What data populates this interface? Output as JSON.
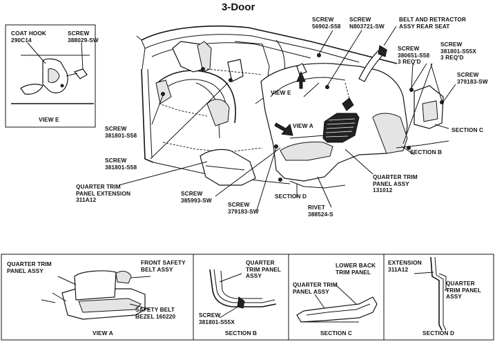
{
  "title": "3-Door",
  "main_labels": {
    "coat_hook": "COAT HOOK\n290C14",
    "screw_inset": "SCREW\n388029-SW",
    "view_e_inset": "VIEW E",
    "screw_56902": "SCREW\n56902-S58",
    "screw_n803721": "SCREW\nN803721-SW",
    "belt_retractor": "BELT AND RETRACTOR\nASSY REAR SEAT",
    "screw_380651": "SCREW\n380651-S58\n3 REQ'D",
    "screw_381801_s55x": "SCREW\n381801-S55X\n3 REQ'D",
    "screw_379183_right": "SCREW\n379183-SW",
    "section_c": "SECTION C",
    "section_b": "SECTION B",
    "view_e": "VIEW E",
    "view_a": "VIEW A",
    "screw_381801_s58_a": "SCREW\n381801-S58",
    "screw_381801_s58_b": "SCREW\n381801-S58",
    "quarter_trim_ext": "QUARTER TRIM\nPANEL EXTENSION\n311A12",
    "screw_385993": "SCREW\n385993-SW",
    "screw_379183_bottom": "SCREW\n379183-SW",
    "section_d": "SECTION D",
    "rivet": "RIVET\n388524-S",
    "quarter_trim_assy": "QUARTER TRIM\nPANEL ASSY\n131012"
  },
  "panels": {
    "view_a": {
      "quarter_trim": "QUARTER TRIM\nPANEL ASSY",
      "front_belt": "FRONT SAFETY\nBELT ASSY",
      "bezel": "SAFETY BELT\nBEZEL 160220",
      "caption": "VIEW A"
    },
    "section_b": {
      "quarter_trim": "QUARTER\nTRIM PANEL\nASSY",
      "screw": "SCREW\n381801-S55X",
      "caption": "SECTION B"
    },
    "section_c": {
      "lower_back": "LOWER BACK\nTRIM PANEL",
      "quarter_trim": "QUARTER TRIM\nPANEL ASSY",
      "caption": "SECTION C"
    },
    "section_d": {
      "extension": "EXTENSION\n311A12",
      "quarter_trim": "QUARTER\nTRIM PANEL\nASSY",
      "caption": "SECTION D"
    }
  }
}
